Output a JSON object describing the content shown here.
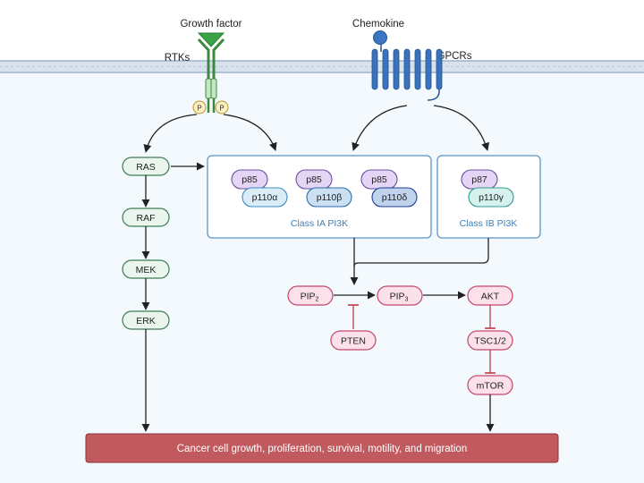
{
  "diagram": {
    "ligands": {
      "growth_factor": "Growth factor",
      "chemokine": "Chemokine"
    },
    "receptors": {
      "rtks": "RTKs",
      "gpcrs": "GPCRs",
      "phospho": "P"
    },
    "mapk": [
      "RAS",
      "RAF",
      "MEK",
      "ERK"
    ],
    "class_ia": {
      "title": "Class IA PI3K",
      "isoforms": [
        {
          "regulatory": "p85",
          "catalytic": "p110α"
        },
        {
          "regulatory": "p85",
          "catalytic": "p110β"
        },
        {
          "regulatory": "p85",
          "catalytic": "p110δ"
        }
      ]
    },
    "class_ib": {
      "title": "Class IB PI3K",
      "isoform": {
        "regulatory": "p87",
        "catalytic": "p110γ"
      }
    },
    "pip2": {
      "base": "PIP",
      "sub": "2"
    },
    "pip3": {
      "base": "PIP",
      "sub": "3"
    },
    "pten": "PTEN",
    "akt_pathway": [
      "AKT",
      "TSC1/2",
      "mTOR"
    ],
    "outcome": "Cancer cell growth, proliferation, survival, motility, and migration"
  },
  "colors": {
    "membrane": "#c5d4e2",
    "cytoplasm": "#f3f9fd",
    "rtk": "#3c8a3f",
    "gpcr": "#2c5f9c",
    "mapk_fill": "#e9f5ed",
    "mapk_stroke": "#3d7e56",
    "pi3k_box": "#5b95c8",
    "pink_fill": "#fce1ea",
    "pink_stroke": "#c2476f",
    "outcome": "#c05a5e",
    "inhibit": "#c23a46"
  }
}
